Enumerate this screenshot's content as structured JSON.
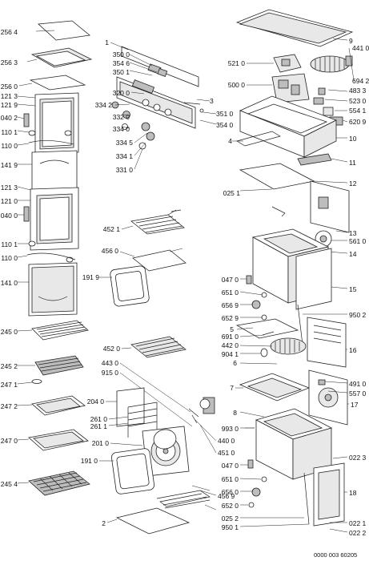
{
  "labels_left": [
    {
      "id": "l2564",
      "text": "256 4"
    },
    {
      "id": "l2563",
      "text": "256 3"
    },
    {
      "id": "l2560",
      "text": "256 0"
    },
    {
      "id": "l1213a",
      "text": "121 3"
    },
    {
      "id": "l1219",
      "text": "121 9"
    },
    {
      "id": "l0402a",
      "text": "040 2"
    },
    {
      "id": "l1101a",
      "text": "110 1"
    },
    {
      "id": "l1100a",
      "text": "110 0"
    },
    {
      "id": "l1419",
      "text": "141 9"
    },
    {
      "id": "l1213b",
      "text": "121 3"
    },
    {
      "id": "l1210",
      "text": "121 0"
    },
    {
      "id": "l0400",
      "text": "040 0"
    },
    {
      "id": "l1101b",
      "text": "110 1"
    },
    {
      "id": "l1100b",
      "text": "110 0"
    },
    {
      "id": "l1410",
      "text": "141 0"
    },
    {
      "id": "l2450",
      "text": "245 0"
    },
    {
      "id": "l2452",
      "text": "245 2"
    },
    {
      "id": "l2471",
      "text": "247 1"
    },
    {
      "id": "l2472",
      "text": "247 2"
    },
    {
      "id": "l2470",
      "text": "247 0"
    },
    {
      "id": "l2454",
      "text": "245 4"
    }
  ],
  "labels_mid": [
    {
      "id": "m1",
      "text": "1"
    },
    {
      "id": "m3500",
      "text": "350 0"
    },
    {
      "id": "m3546",
      "text": "354 6"
    },
    {
      "id": "m3501",
      "text": "350 1"
    },
    {
      "id": "m3200",
      "text": "320 0"
    },
    {
      "id": "m3342",
      "text": "334 2"
    },
    {
      "id": "m3320",
      "text": "332 0"
    },
    {
      "id": "m3340",
      "text": "334 0"
    },
    {
      "id": "m3345",
      "text": "334 5"
    },
    {
      "id": "m3341",
      "text": "334 1"
    },
    {
      "id": "m3310",
      "text": "331 0"
    },
    {
      "id": "m3",
      "text": "3"
    },
    {
      "id": "m3510",
      "text": "351 0"
    },
    {
      "id": "m3540",
      "text": "354 0"
    },
    {
      "id": "m4521",
      "text": "452 1"
    },
    {
      "id": "m4560",
      "text": "456 0"
    },
    {
      "id": "m1919a",
      "text": "191 9"
    },
    {
      "id": "m4520",
      "text": "452 0"
    },
    {
      "id": "m4430",
      "text": "443 0"
    },
    {
      "id": "m9150",
      "text": "915 0"
    },
    {
      "id": "m2040",
      "text": "204 0"
    },
    {
      "id": "m2610",
      "text": "261 0"
    },
    {
      "id": "m2611",
      "text": "261 1"
    },
    {
      "id": "m2010",
      "text": "201 0"
    },
    {
      "id": "m1910",
      "text": "191 0"
    },
    {
      "id": "m2",
      "text": "2"
    },
    {
      "id": "m4400",
      "text": "440 0"
    },
    {
      "id": "m4510",
      "text": "451 0"
    },
    {
      "id": "m4569",
      "text": "456 9"
    }
  ],
  "labels_right": [
    {
      "id": "r5210",
      "text": "521 0"
    },
    {
      "id": "r5000",
      "text": "500 0"
    },
    {
      "id": "r4",
      "text": "4"
    },
    {
      "id": "r0251a",
      "text": "025 1"
    },
    {
      "id": "r9",
      "text": "9"
    },
    {
      "id": "r4410",
      "text": "441 0"
    },
    {
      "id": "r6942",
      "text": "694 2"
    },
    {
      "id": "r4833",
      "text": "483 3"
    },
    {
      "id": "r5230",
      "text": "523 0"
    },
    {
      "id": "r5541",
      "text": "554 1"
    },
    {
      "id": "r6209",
      "text": "620 9"
    },
    {
      "id": "r10",
      "text": "10"
    },
    {
      "id": "r11",
      "text": "11"
    },
    {
      "id": "r12",
      "text": "12"
    },
    {
      "id": "r13",
      "text": "13"
    },
    {
      "id": "r5610",
      "text": "561 0"
    },
    {
      "id": "r14",
      "text": "14"
    },
    {
      "id": "r0470a",
      "text": "047 0"
    },
    {
      "id": "r6510a",
      "text": "651 0"
    },
    {
      "id": "r6569a",
      "text": "656 9"
    },
    {
      "id": "r6529",
      "text": "652 9"
    },
    {
      "id": "r15",
      "text": "15"
    },
    {
      "id": "r9502",
      "text": "950 2"
    },
    {
      "id": "r5",
      "text": "5"
    },
    {
      "id": "r6910",
      "text": "691 0"
    },
    {
      "id": "r4420",
      "text": "442 0"
    },
    {
      "id": "r9041",
      "text": "904 1"
    },
    {
      "id": "r16",
      "text": "16"
    },
    {
      "id": "r6",
      "text": "6"
    },
    {
      "id": "r7",
      "text": "7"
    },
    {
      "id": "r4910",
      "text": "491 0"
    },
    {
      "id": "r5570",
      "text": "557 0"
    },
    {
      "id": "r17",
      "text": "17"
    },
    {
      "id": "r8",
      "text": "8"
    },
    {
      "id": "r9930",
      "text": "993 0"
    },
    {
      "id": "r0470b",
      "text": "047 0"
    },
    {
      "id": "r6510b",
      "text": "651 0"
    },
    {
      "id": "r6560",
      "text": "656 0"
    },
    {
      "id": "r6520",
      "text": "652 0"
    },
    {
      "id": "r0252",
      "text": "025 2"
    },
    {
      "id": "r9501",
      "text": "950 1"
    },
    {
      "id": "r0223",
      "text": "022 3"
    },
    {
      "id": "r18",
      "text": "18"
    },
    {
      "id": "r0221",
      "text": "022 1"
    },
    {
      "id": "r0222",
      "text": "022 2"
    }
  ],
  "footer": {
    "code": "0000 003 60205"
  }
}
